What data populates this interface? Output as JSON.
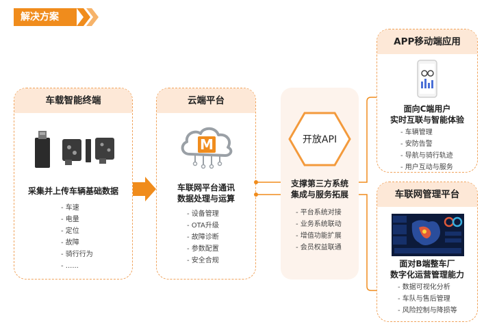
{
  "header": {
    "title": "解决方案"
  },
  "colors": {
    "accent": "#f08c1c",
    "title_bg": "#fde8d7",
    "border": "#f0a25a",
    "hex": "#f39a3c"
  },
  "vehicle_terminal": {
    "title": "车载智能终端",
    "description": "采集并上传车辆基础数据",
    "items": [
      "- 车速",
      "- 电量",
      "- 定位",
      "- 故障",
      "- 骑行行为",
      "- ......"
    ]
  },
  "cloud_platform": {
    "title": "云端平台",
    "logo_letter": "M",
    "description_line1": "车联网平台通讯",
    "description_line2": "数据处理与运算",
    "items": [
      "- 设备管理",
      "- OTA升级",
      "- 故障诊断",
      "- 参数配置",
      "- 安全合规"
    ]
  },
  "open_api": {
    "title": "开放API",
    "description_line1": "支撑第三方系统",
    "description_line2": "集成与服务拓展",
    "items": [
      "- 平台系统对接",
      "- 业务系统联动",
      "- 增值功能扩展",
      "- 会员权益联通"
    ]
  },
  "app_card": {
    "title": "APP移动端应用",
    "description_line1": "面向C端用户",
    "description_line2": "实时互联与智能体验",
    "items": [
      "- 车辆管理",
      "- 安防告警",
      "- 导航与骑行轨迹",
      "- 用户互动与服务"
    ]
  },
  "iov_card": {
    "title": "车联网管理平台",
    "description_line1": "面对B端整车厂",
    "description_line2": "数字化运营管理能力",
    "items": [
      "- 数据可视化分析",
      "- 车队与售后管理",
      "- 风险控制与降损等"
    ]
  }
}
